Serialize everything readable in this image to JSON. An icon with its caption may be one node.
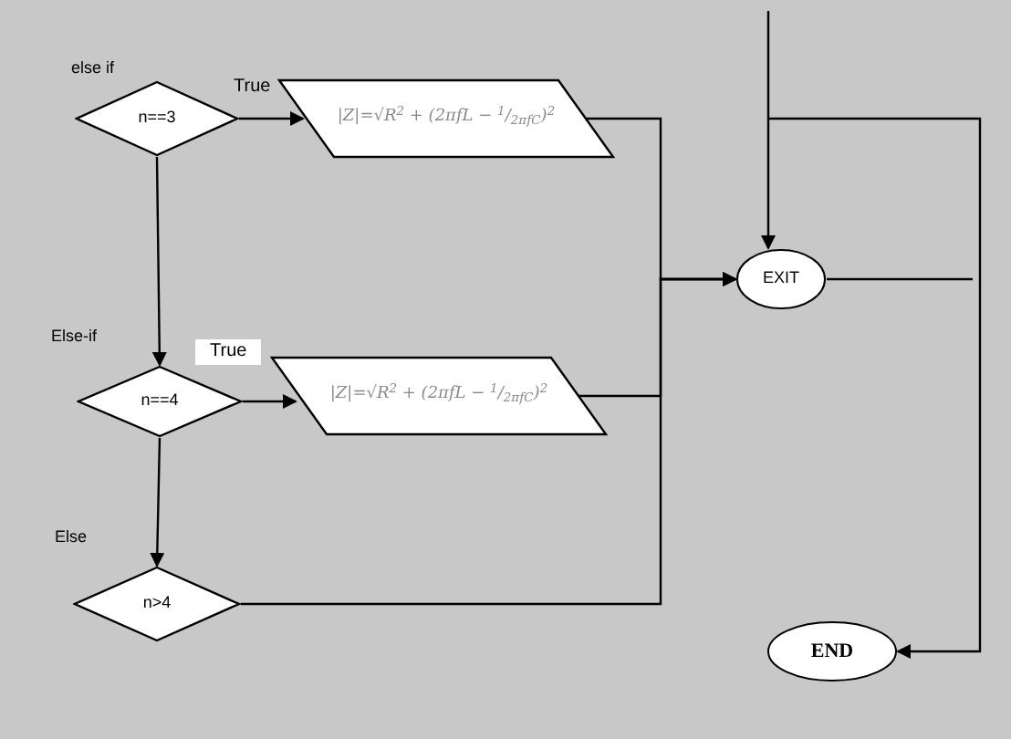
{
  "diagram": {
    "nodes": [
      {
        "text": [
          "n==3"
        ],
        "beside": [
          "else if"
        ]
      },
      {
        "text": [
          "|Z|=√R$^{2}$ + (2πfL − $^{1}$/$_{2πfC}$)$^{2}$"
        ]
      },
      {
        "text": [
          "n==4"
        ],
        "beside": [
          "Else-if"
        ]
      },
      {
        "text": [
          "|Z|=√R$^{2}$ + (2πfL − $^{1}$/$_{2πfC}$)$^{2}$"
        ]
      },
      {
        "text": [
          "n>4"
        ],
        "beside": [
          "Else"
        ]
      },
      {
        "text": [
          "EXIT"
        ]
      },
      {
        "text": [
          "END"
        ]
      }
    ],
    "edges": [
      {
        "from": 0,
        "to": 1,
        "arrow": "to",
        "label": "True"
      },
      {
        "from": 0,
        "to": 2,
        "arrow": "to"
      },
      {
        "from": 2,
        "to": 3,
        "arrow": "to",
        "label": "True"
      },
      {
        "from": 2,
        "to": 4,
        "arrow": "to"
      },
      {
        "from": 1,
        "to": 5,
        "arrow": "to"
      },
      {
        "from": 3,
        "to": 5,
        "arrow": "to"
      },
      {
        "from": 4,
        "to": 5,
        "arrow": "to"
      },
      {
        "from": null,
        "to": 5,
        "arrow": "to"
      },
      {
        "from": 5,
        "to": null,
        "arrow": "none"
      },
      {
        "from": null,
        "to": 6,
        "arrow": "to"
      }
    ]
  }
}
